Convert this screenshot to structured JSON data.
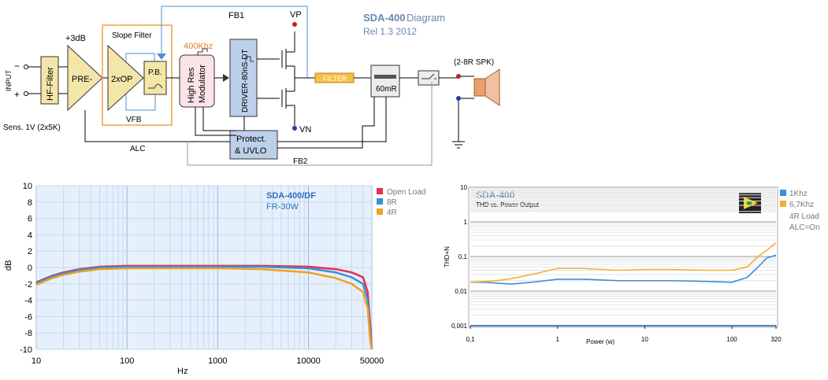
{
  "diagram": {
    "title": "SDA-400",
    "title_suffix": "Diagram",
    "release": "Rel 1.3 2012",
    "input_label": "INPUT",
    "minus": "−",
    "plus": "+",
    "hf_filter": "HF-Filter",
    "gain_label": "+3dB",
    "pre_label": "PRE-",
    "slope_filter": "Slope Filter",
    "opamp_label": "2xOP",
    "pb_label": "P.B.",
    "vfb_label": "VFB",
    "sens_label": "Sens. 1V (2x5K)",
    "alc_label": "ALC",
    "freq_label": "400Khz",
    "modulator_line1": "High Res",
    "modulator_line2": "Modulator",
    "driver_label": "DRIVER-80nS DT",
    "fb1": "FB1",
    "fb2": "FB2",
    "vp": "VP",
    "vn": "VN",
    "filter": "FILTER",
    "shunt": "60mR",
    "protect_line1": "Protect.",
    "protect_line2": "& UVLO",
    "speaker_label": "(2-8R SPK)",
    "accent_orange": "#f0a040",
    "accent_blue": "#4a90d0"
  },
  "frequency_chart": {
    "annotation_line1": "SDA-400/DF",
    "annotation_line2": "FR-30W",
    "ylabel": "dB",
    "xlabel": "Hz",
    "y_ticks": [
      "10",
      "8",
      "6",
      "4",
      "2",
      "0",
      "-2",
      "-4",
      "-6",
      "-8",
      "-10"
    ],
    "x_ticks": [
      "10",
      "100",
      "1000",
      "10000",
      "50000"
    ],
    "legend": [
      {
        "name": "Open Load",
        "color": "#e8304a"
      },
      {
        "name": "8R",
        "color": "#3a8fd8"
      },
      {
        "name": "4R",
        "color": "#f2a020"
      }
    ]
  },
  "thd_chart": {
    "title": "SDA-400",
    "subtitle": "THD vs. Power Output",
    "ylabel": "THD+N",
    "xlabel": "Power (w)",
    "y_ticks": [
      "10",
      "1",
      "0,1",
      "0,01",
      "0,001"
    ],
    "x_ticks": [
      "0,1",
      "1",
      "10",
      "100",
      "320"
    ],
    "legend": [
      {
        "name": "1Khz",
        "color": "#3a8fd8"
      },
      {
        "name": "6,7Khz",
        "color": "#f2b030"
      }
    ],
    "legend_notes": [
      "4R Load",
      "ALC=On"
    ]
  },
  "chart_data": [
    {
      "type": "line",
      "xscale": "log",
      "xlim": [
        10,
        50000
      ],
      "ylim": [
        -10,
        10
      ],
      "xlabel": "Hz",
      "ylabel": "dB",
      "grid": true,
      "legend_position": "right",
      "series": [
        {
          "name": "Open Load",
          "x": [
            10,
            15,
            20,
            30,
            50,
            100,
            300,
            1000,
            3000,
            10000,
            20000,
            30000,
            40000,
            45000,
            48000,
            50000
          ],
          "y": [
            -1.8,
            -1.0,
            -0.6,
            -0.2,
            0.1,
            0.2,
            0.2,
            0.2,
            0.2,
            0.1,
            -0.2,
            -0.6,
            -1.2,
            -3,
            -7,
            -10
          ]
        },
        {
          "name": "8R",
          "x": [
            10,
            15,
            20,
            30,
            50,
            100,
            300,
            1000,
            3000,
            10000,
            20000,
            30000,
            40000,
            45000,
            48000,
            50000
          ],
          "y": [
            -1.9,
            -1.1,
            -0.7,
            -0.3,
            0.0,
            0.1,
            0.1,
            0.1,
            0.1,
            -0.1,
            -0.6,
            -1.2,
            -2.0,
            -4,
            -8,
            -10
          ]
        },
        {
          "name": "4R",
          "x": [
            10,
            15,
            20,
            30,
            50,
            100,
            300,
            1000,
            3000,
            10000,
            20000,
            30000,
            40000,
            45000,
            48000,
            50000
          ],
          "y": [
            -2.1,
            -1.3,
            -0.9,
            -0.5,
            -0.2,
            -0.1,
            -0.1,
            -0.1,
            -0.2,
            -0.6,
            -1.3,
            -2.0,
            -3.0,
            -5,
            -9,
            -10
          ]
        }
      ]
    },
    {
      "type": "line",
      "xscale": "log",
      "yscale": "log",
      "xlim": [
        0.1,
        320
      ],
      "ylim": [
        0.001,
        10
      ],
      "xlabel": "Power (w)",
      "ylabel": "THD+N",
      "grid": true,
      "legend_position": "right",
      "series": [
        {
          "name": "1Khz",
          "x": [
            0.1,
            0.15,
            0.2,
            0.3,
            0.5,
            1,
            2,
            5,
            10,
            20,
            50,
            100,
            150,
            200,
            250,
            320
          ],
          "y": [
            0.018,
            0.018,
            0.017,
            0.016,
            0.018,
            0.022,
            0.022,
            0.02,
            0.02,
            0.02,
            0.019,
            0.018,
            0.025,
            0.05,
            0.09,
            0.11
          ]
        },
        {
          "name": "6,7Khz",
          "x": [
            0.1,
            0.15,
            0.2,
            0.3,
            0.5,
            1,
            2,
            5,
            10,
            20,
            50,
            100,
            150,
            200,
            250,
            320
          ],
          "y": [
            0.018,
            0.019,
            0.02,
            0.023,
            0.03,
            0.045,
            0.045,
            0.04,
            0.042,
            0.042,
            0.04,
            0.04,
            0.05,
            0.1,
            0.15,
            0.25
          ]
        }
      ]
    }
  ]
}
